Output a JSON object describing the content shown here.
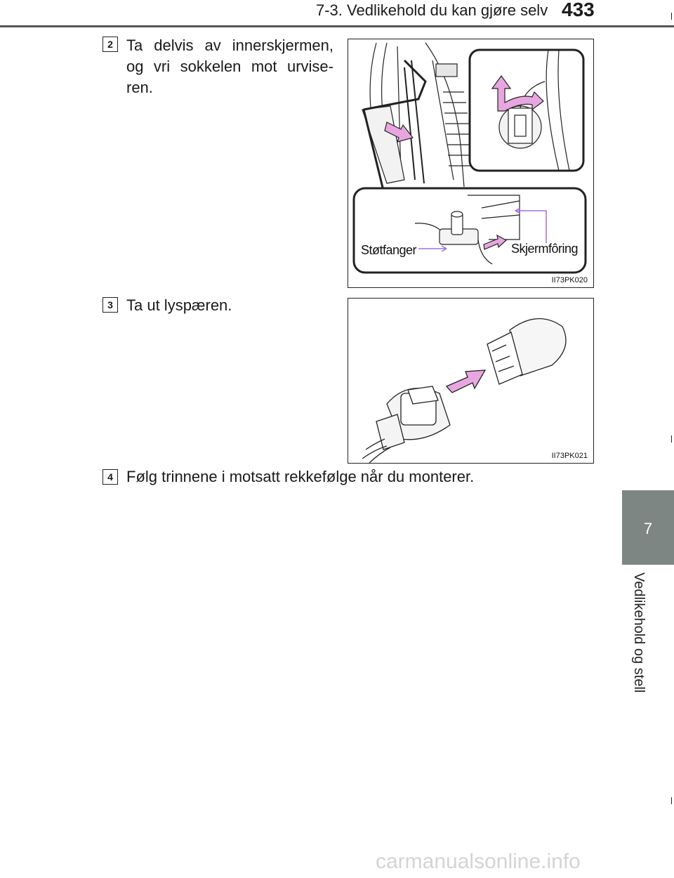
{
  "header": {
    "title": "7-3. Vedlikehold du kan gjøre selv",
    "page_number": "433"
  },
  "side_tab": {
    "chapter_number": "7",
    "chapter_label": "Vedlikehold og stell",
    "tab_color": "#7d8683"
  },
  "steps": [
    {
      "number": "2",
      "text": "Ta delvis av innerskjermen, og vri sokkelen mot urvise-ren."
    },
    {
      "number": "3",
      "text": "Ta ut lyspæren."
    },
    {
      "number": "4",
      "text": "Følg trinnene i motsatt rekkefølge når du monterer."
    }
  ],
  "figures": {
    "fig1": {
      "code": "II73PK020",
      "label_left": "Støtfanger",
      "label_right": "Skjermfôring",
      "arrow_color": "#e8a6e0",
      "pointer_color": "#a070e0"
    },
    "fig2": {
      "code": "II73PK021",
      "arrow_color": "#e8a6e0"
    }
  },
  "watermark": "carmanualsonline.info"
}
